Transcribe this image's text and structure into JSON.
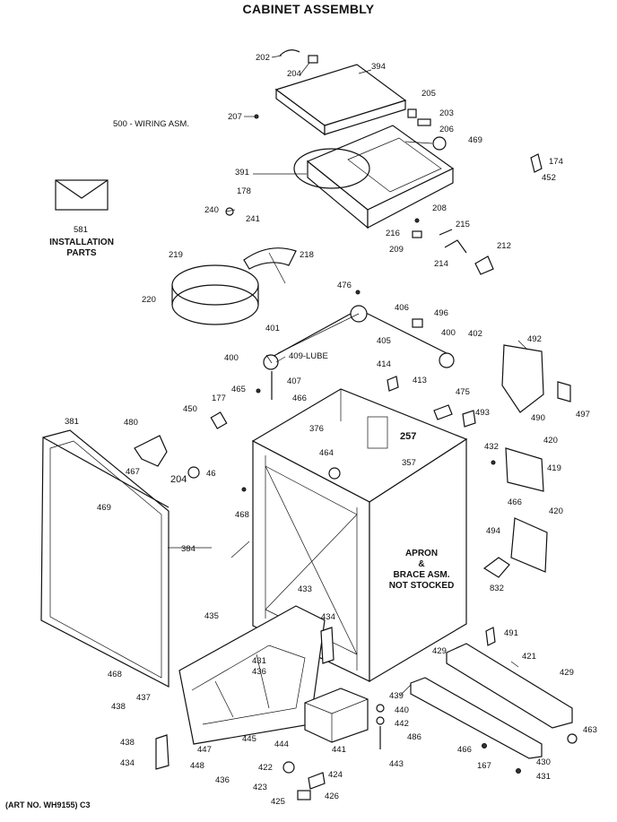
{
  "title": "CABINET ASSEMBLY",
  "art_no": "(ART NO. WH9155) C3",
  "notes": {
    "wiring": "500 - WIRING ASM.",
    "lube": "409-LUBE",
    "installation_number": "581",
    "installation_line1": "INSTALLATION",
    "installation_line2": "PARTS",
    "apron_line1": "APRON",
    "apron_line2": "&",
    "apron_line3": "BRACE ASM.",
    "apron_line4": "NOT STOCKED"
  },
  "callouts": [
    {
      "id": "c202",
      "text": "202"
    },
    {
      "id": "c204a",
      "text": "204"
    },
    {
      "id": "c394",
      "text": "394"
    },
    {
      "id": "c205",
      "text": "205"
    },
    {
      "id": "c203",
      "text": "203"
    },
    {
      "id": "c206",
      "text": "206"
    },
    {
      "id": "c207",
      "text": "207"
    },
    {
      "id": "c469a",
      "text": "469"
    },
    {
      "id": "c174",
      "text": "174"
    },
    {
      "id": "c391",
      "text": "391"
    },
    {
      "id": "c452",
      "text": "452"
    },
    {
      "id": "c178",
      "text": "178"
    },
    {
      "id": "c240",
      "text": "240"
    },
    {
      "id": "c241",
      "text": "241"
    },
    {
      "id": "c208",
      "text": "208"
    },
    {
      "id": "c215",
      "text": "215"
    },
    {
      "id": "c216",
      "text": "216"
    },
    {
      "id": "c209",
      "text": "209"
    },
    {
      "id": "c212",
      "text": "212"
    },
    {
      "id": "c214",
      "text": "214"
    },
    {
      "id": "c219",
      "text": "219"
    },
    {
      "id": "c218",
      "text": "218"
    },
    {
      "id": "c220",
      "text": "220"
    },
    {
      "id": "c476",
      "text": "476"
    },
    {
      "id": "c406",
      "text": "406"
    },
    {
      "id": "c496",
      "text": "496"
    },
    {
      "id": "c401",
      "text": "401"
    },
    {
      "id": "c405",
      "text": "405"
    },
    {
      "id": "c400a",
      "text": "400"
    },
    {
      "id": "c402",
      "text": "402"
    },
    {
      "id": "c400b",
      "text": "400"
    },
    {
      "id": "c492",
      "text": "492"
    },
    {
      "id": "c414",
      "text": "414"
    },
    {
      "id": "c407",
      "text": "407"
    },
    {
      "id": "c465",
      "text": "465"
    },
    {
      "id": "c466a",
      "text": "466"
    },
    {
      "id": "c413",
      "text": "413"
    },
    {
      "id": "c475",
      "text": "475"
    },
    {
      "id": "c490",
      "text": "490"
    },
    {
      "id": "c497",
      "text": "497"
    },
    {
      "id": "c177",
      "text": "177"
    },
    {
      "id": "c450",
      "text": "450"
    },
    {
      "id": "c376",
      "text": "376"
    },
    {
      "id": "c493",
      "text": "493"
    },
    {
      "id": "c381",
      "text": "381"
    },
    {
      "id": "c480",
      "text": "480"
    },
    {
      "id": "c257",
      "text": "257"
    },
    {
      "id": "c432",
      "text": "432"
    },
    {
      "id": "c420a",
      "text": "420"
    },
    {
      "id": "c467",
      "text": "467"
    },
    {
      "id": "c464",
      "text": "464"
    },
    {
      "id": "c357",
      "text": "357"
    },
    {
      "id": "c419",
      "text": "419"
    },
    {
      "id": "c204b",
      "text": "204"
    },
    {
      "id": "c46",
      "text": "46"
    },
    {
      "id": "c469b",
      "text": "469"
    },
    {
      "id": "c468a",
      "text": "468"
    },
    {
      "id": "c466b",
      "text": "466"
    },
    {
      "id": "c420b",
      "text": "420"
    },
    {
      "id": "c494",
      "text": "494"
    },
    {
      "id": "c384",
      "text": "384"
    },
    {
      "id": "c832",
      "text": "832"
    },
    {
      "id": "c433",
      "text": "433"
    },
    {
      "id": "c435",
      "text": "435"
    },
    {
      "id": "c434a",
      "text": "434"
    },
    {
      "id": "c491",
      "text": "491"
    },
    {
      "id": "c431a",
      "text": "431"
    },
    {
      "id": "c436a",
      "text": "436"
    },
    {
      "id": "c429a",
      "text": "429"
    },
    {
      "id": "c421",
      "text": "421"
    },
    {
      "id": "c468b",
      "text": "468"
    },
    {
      "id": "c429b",
      "text": "429"
    },
    {
      "id": "c437",
      "text": "437"
    },
    {
      "id": "c439",
      "text": "439"
    },
    {
      "id": "c438a",
      "text": "438"
    },
    {
      "id": "c440",
      "text": "440"
    },
    {
      "id": "c442",
      "text": "442"
    },
    {
      "id": "c463",
      "text": "463"
    },
    {
      "id": "c438b",
      "text": "438"
    },
    {
      "id": "c486",
      "text": "486"
    },
    {
      "id": "c466c",
      "text": "466"
    },
    {
      "id": "c434b",
      "text": "434"
    },
    {
      "id": "c447",
      "text": "447"
    },
    {
      "id": "c445",
      "text": "445"
    },
    {
      "id": "c444",
      "text": "444"
    },
    {
      "id": "c441",
      "text": "441"
    },
    {
      "id": "c443",
      "text": "443"
    },
    {
      "id": "c430",
      "text": "430"
    },
    {
      "id": "c448",
      "text": "448"
    },
    {
      "id": "c422",
      "text": "422"
    },
    {
      "id": "c167",
      "text": "167"
    },
    {
      "id": "c431b",
      "text": "431"
    },
    {
      "id": "c436b",
      "text": "436"
    },
    {
      "id": "c424",
      "text": "424"
    },
    {
      "id": "c423",
      "text": "423"
    },
    {
      "id": "c425",
      "text": "425"
    },
    {
      "id": "c426",
      "text": "426"
    }
  ]
}
